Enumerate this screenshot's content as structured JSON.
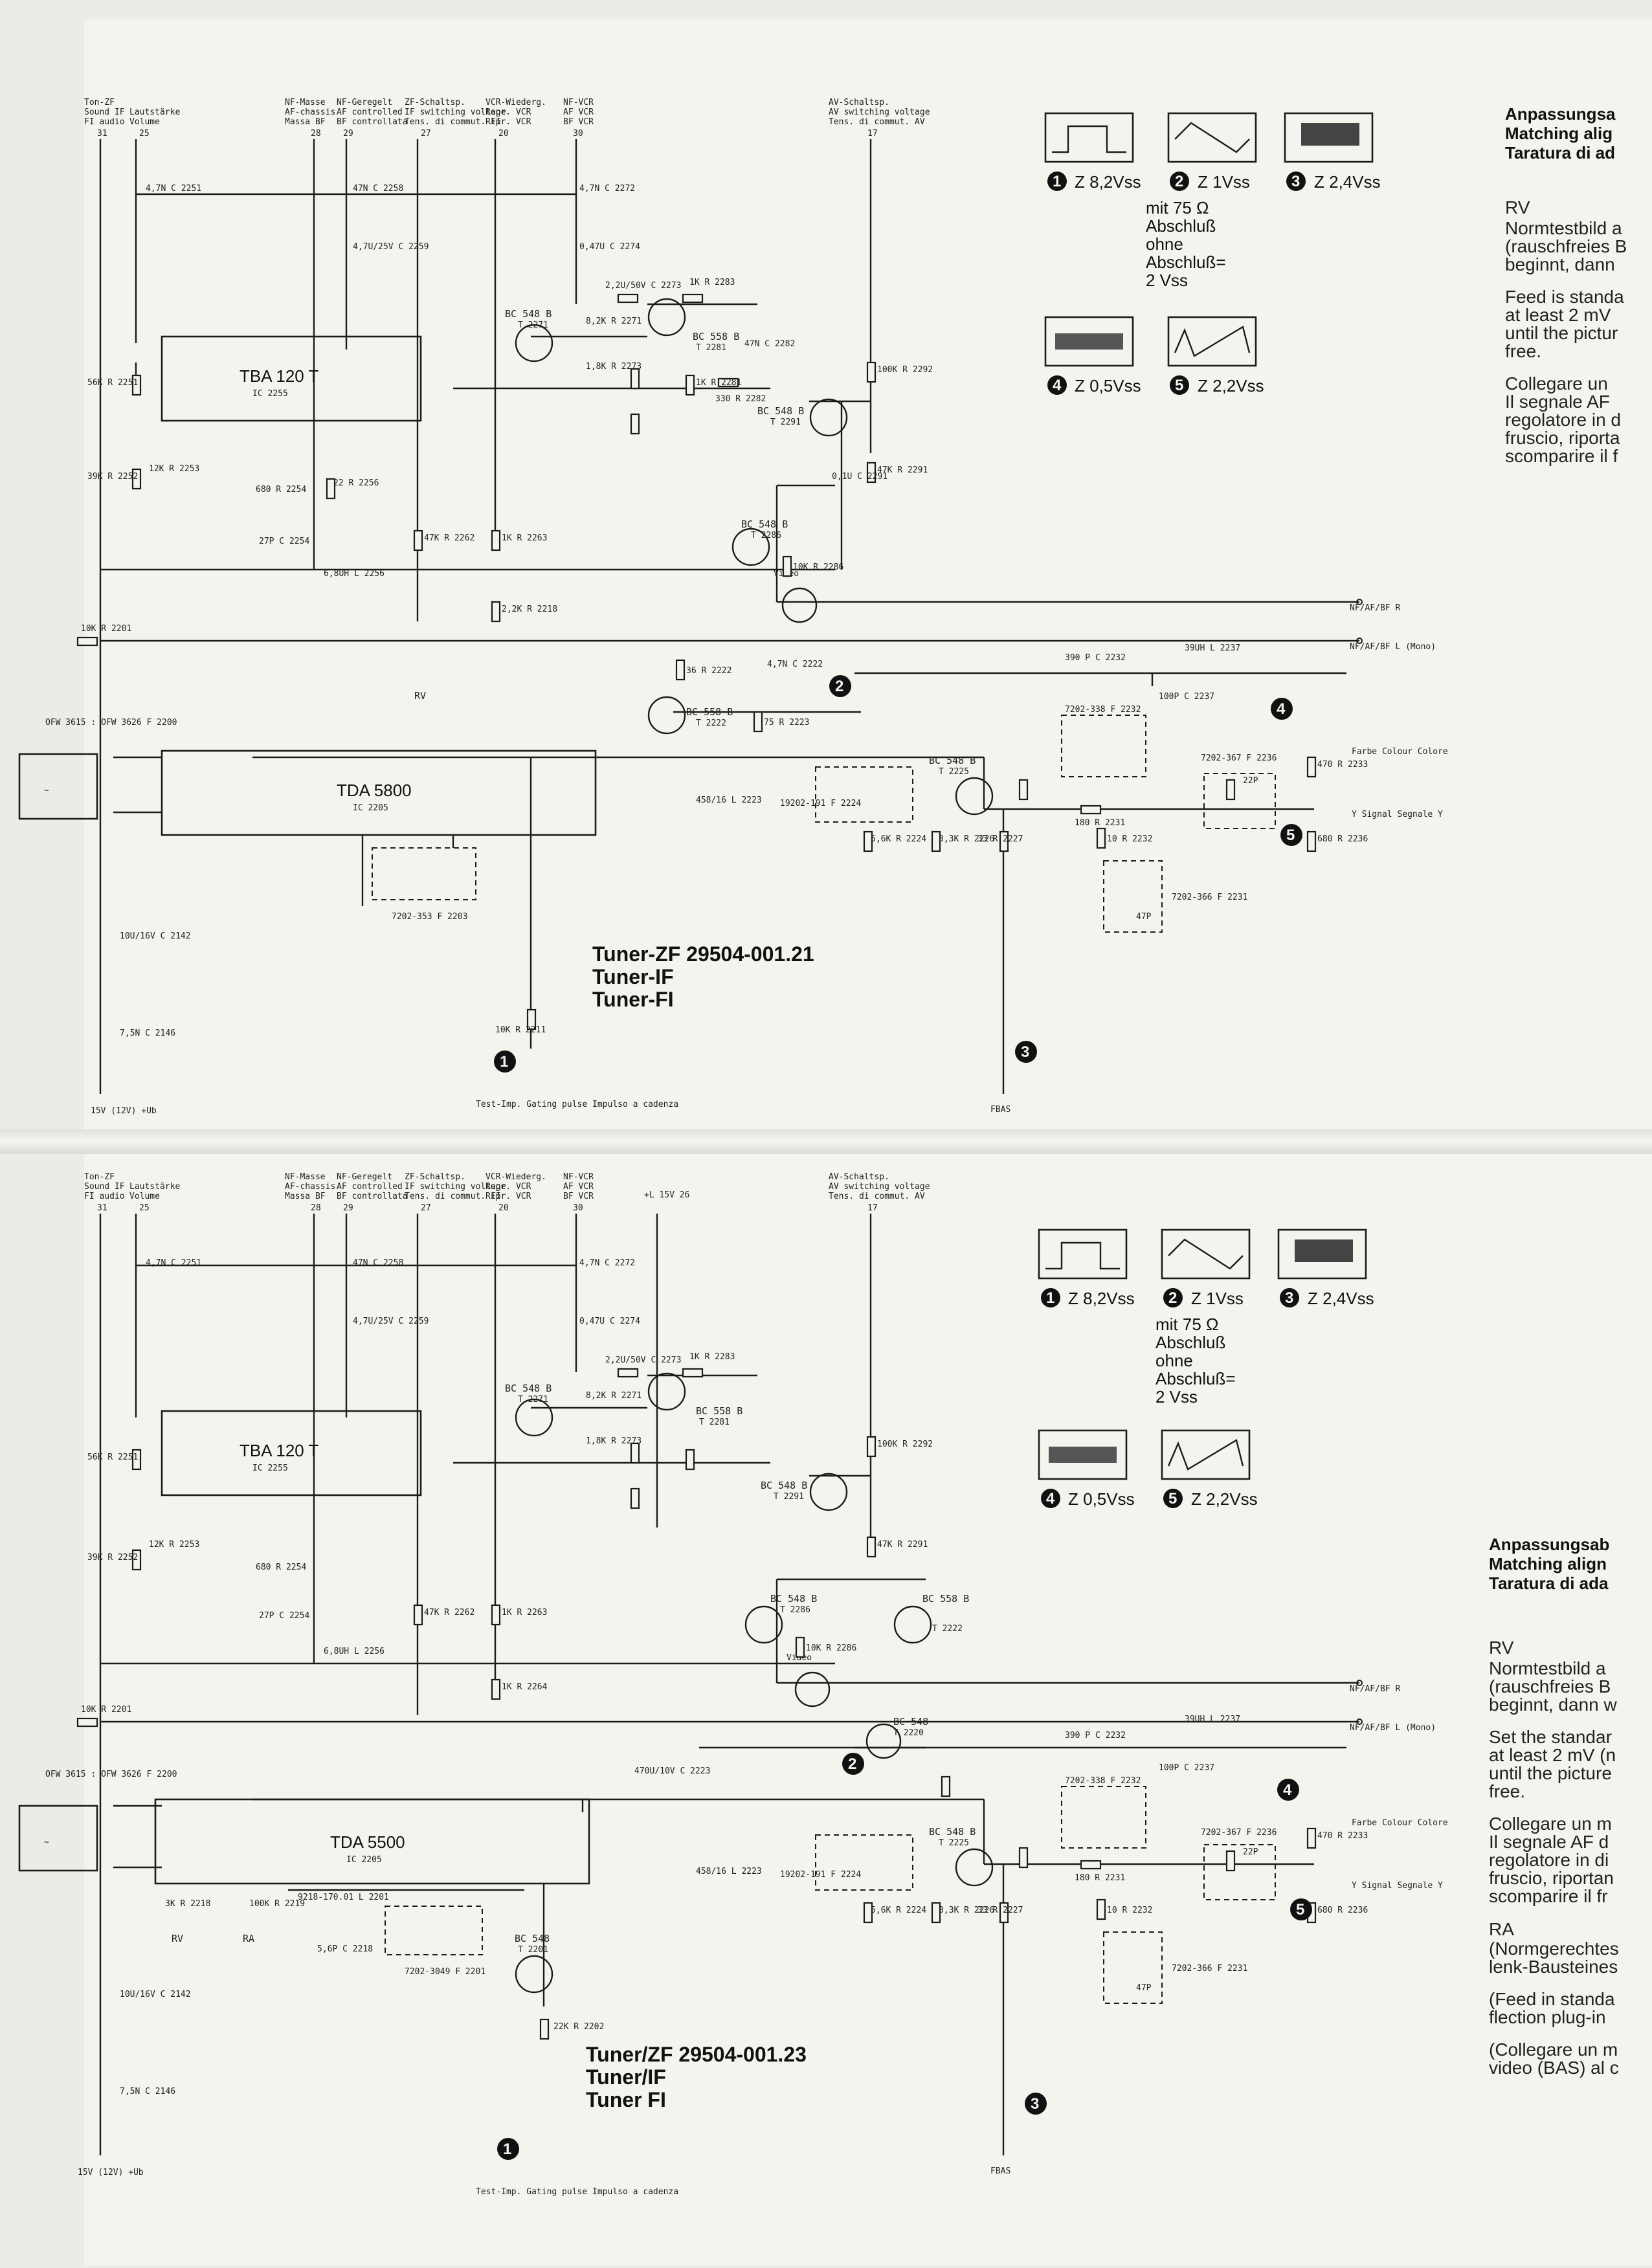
{
  "top": {
    "title": "Tuner-ZF 29504-001.21",
    "title2": "Tuner-IF",
    "title3": "Tuner-FI",
    "ic_main": "TDA 5800",
    "ic_main_ref": "IC 2205",
    "ic_sound": "TBA 120 T",
    "ic_sound_ref": "IC 2255",
    "header_labels": [
      {
        "l1": "Ton-ZF",
        "l2": "Sound IF",
        "l3": "FI audio",
        "pin": "31"
      },
      {
        "l1": "Lautstärke",
        "l2": "Volume",
        "l3": "",
        "pin": "25"
      },
      {
        "l1": "NF-Masse",
        "l2": "AF-chassis",
        "l3": "Massa BF",
        "pin": "28"
      },
      {
        "l1": "NF-Geregelt",
        "l2": "AF controlled",
        "l3": "BF controllata",
        "pin": "29"
      },
      {
        "l1": "ZF-Schaltsp.",
        "l2": "IF switching voltage",
        "l3": "Tens. di commut. FI",
        "pin": "27"
      },
      {
        "l1": "VCR-Wiederg.",
        "l2": "Repr. VCR",
        "l3": "Ripr. VCR",
        "pin": "20"
      },
      {
        "l1": "NF-VCR",
        "l2": "AF VCR",
        "l3": "BF VCR",
        "pin": "30"
      },
      {
        "l1": "AV-Schaltsp.",
        "l2": "AV switching voltage",
        "l3": "Tens. di commut. AV",
        "pin": "17"
      }
    ],
    "transistors": [
      {
        "name": "BC 548 B",
        "ref": "T 2271"
      },
      {
        "name": "BC 558 B",
        "ref": "T 2281"
      },
      {
        "name": "BC 548 B",
        "ref": "T 2291"
      },
      {
        "name": "BC 548 B",
        "ref": "T 2286"
      },
      {
        "name": "BC 558 B",
        "ref": "T 2222"
      },
      {
        "name": "BC 548 B",
        "ref": "T 2225"
      }
    ],
    "components": [
      "4,7N C 2251",
      "47N C 2258",
      "4,7U/25V C 2259",
      "4,7N C 2272",
      "0,47U C 2274",
      "2,2U/50V C 2273",
      "1K R 2283",
      "8,2K R 2271",
      "1,8K R 2273",
      "1K R 2281",
      "330 R 2282",
      "47N C 2282",
      "100K R 2292",
      "56K R 2251",
      "39K R 2252",
      "12K R 2253",
      "22 R 2256",
      "680 R 2254",
      "27P C 2254",
      "6,8UH L 2256",
      "47K R 2262",
      "1K R 2263",
      "2,2K R 2218",
      "10K R 2201",
      "47K R 2291",
      "0,1U C 2291",
      "10K R 2286",
      "36 R 2222",
      "75 R 2223",
      "4,7N C 2222",
      "390 P C 2232",
      "39UH L 2237",
      "100P C 2237",
      "22P",
      "470 R 2233",
      "680 R 2236",
      "180 R 2231",
      "10 R 2232",
      "47P",
      "5,6K R 2224",
      "3,3K R 2226",
      "33 R 2227",
      "10U/16V C 2142",
      "7,5N C 2146",
      "10K R 2211"
    ],
    "signals": {
      "nf_r": "NF/AF/BF R",
      "nf_l": "NF/AF/BF L (Mono)",
      "farbe": "Farbe Colour Colore",
      "ysignal": "Y Signal Segnale Y",
      "fbas": "FBAS",
      "test": "Test-Imp. Gating pulse Impulso a cadenza",
      "supply": "15V (12V) +Ub",
      "video": "Video"
    },
    "filters": [
      "7202-353 F 2203",
      "19202-191 F 2224",
      "7202-338 F 2232",
      "7202-367 F 2236",
      "7202-366 F 2231",
      "458/16 L 2223"
    ],
    "ofw": "OFW 3615 : OFW 3626 F 2200",
    "rv": "RV"
  },
  "bottom": {
    "title": "Tuner/ZF 29504-001.23",
    "title2": "Tuner/IF",
    "title3": "Tuner FI",
    "ic_main": "TDA 5500",
    "ic_main_ref": "IC 2205",
    "ic_sound": "TBA 120 T",
    "ic_sound_ref": "IC 2255",
    "transistors": [
      {
        "name": "BC 548 B",
        "ref": "T 2271"
      },
      {
        "name": "BC 558 B",
        "ref": "T 2281"
      },
      {
        "name": "BC 548 B",
        "ref": "T 2291"
      },
      {
        "name": "BC 548 B",
        "ref": "T 2286"
      },
      {
        "name": "BC 558 B",
        "ref": "T 2222"
      },
      {
        "name": "BC 548",
        "ref": "T 2220"
      },
      {
        "name": "BC 548 B",
        "ref": "T 2225"
      },
      {
        "name": "BC 548",
        "ref": "T 2201"
      }
    ],
    "extra": [
      "+L 15V 26",
      "3K R 2218",
      "100K R 2219",
      "RV",
      "RA",
      "9218-170.01 L 2201",
      "5,6P C 2218",
      "7202-3049 F 2201",
      "22K R 2202",
      "1K R 2264",
      "470U/10V C 2223"
    ]
  },
  "waveforms": [
    {
      "num": "1",
      "label": "Z 8,2Vss"
    },
    {
      "num": "2",
      "label": "Z 1Vss"
    },
    {
      "num": "3",
      "label": "Z 2,4Vss"
    },
    {
      "num": "4",
      "label": "Z 0,5Vss"
    },
    {
      "num": "5",
      "label": "Z 2,2Vss"
    }
  ],
  "wave_note": [
    "mit 75 Ω",
    "Abschluß",
    "ohne",
    "Abschluß=",
    "2 Vss"
  ],
  "side_top": {
    "head": [
      "Anpassungsa",
      "Matching alig",
      "Taratura di ad"
    ],
    "rv": "RV",
    "p1": [
      "Normtestbild a",
      "(rauschfreies B",
      "beginnt, dann"
    ],
    "p2": [
      "Feed is standa",
      "at least 2 mV",
      "until the pictur",
      "free."
    ],
    "p3": [
      "Collegare un",
      "Il segnale AF",
      "regolatore in d",
      "fruscio, riporta",
      "scomparire il f"
    ]
  },
  "side_bottom": {
    "head": [
      "Anpassungsab",
      "Matching align",
      "Taratura di ada"
    ],
    "rv": "RV",
    "p1": [
      "Normtestbild a",
      "(rauschfreies B",
      "beginnt, dann w"
    ],
    "p2": [
      "Set the standar",
      "at least 2 mV (n",
      "until the picture",
      "free."
    ],
    "p3": [
      "Collegare un m",
      "Il segnale AF d",
      "regolatore in di",
      "fruscio, riportan",
      "scomparire il fr"
    ],
    "ra": "RA",
    "p4": [
      "(Normgerechtes",
      "lenk-Bausteines"
    ],
    "p5": [
      "(Feed in standa",
      "flection plug-in"
    ],
    "p6": [
      "(Collegare un m",
      "video (BAS) al c"
    ]
  }
}
